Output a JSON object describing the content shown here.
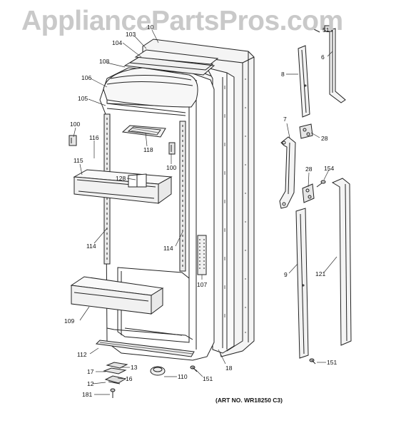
{
  "watermark": "AppliancePartsPros.com",
  "art_number": "(ART NO. WR18250 C3)",
  "labels": {
    "l103": "103",
    "l10": "10",
    "l51": "51",
    "l104": "104",
    "l6": "6",
    "l108": "108",
    "l8": "8",
    "l106": "106",
    "l105": "105",
    "l7": "7",
    "l100a": "100",
    "l116": "116",
    "l118": "118",
    "l28a": "28",
    "l115": "115",
    "l100b": "100",
    "l128": "128",
    "l28b": "28",
    "l154": "154",
    "l114a": "114",
    "l114b": "114",
    "l107": "107",
    "l9": "9",
    "l121": "121",
    "l109": "109",
    "l112": "112",
    "l13": "13",
    "l17": "17",
    "l16": "16",
    "l110": "110",
    "l151a": "151",
    "l18": "18",
    "l151b": "151",
    "l12": "12",
    "l181": "181"
  }
}
